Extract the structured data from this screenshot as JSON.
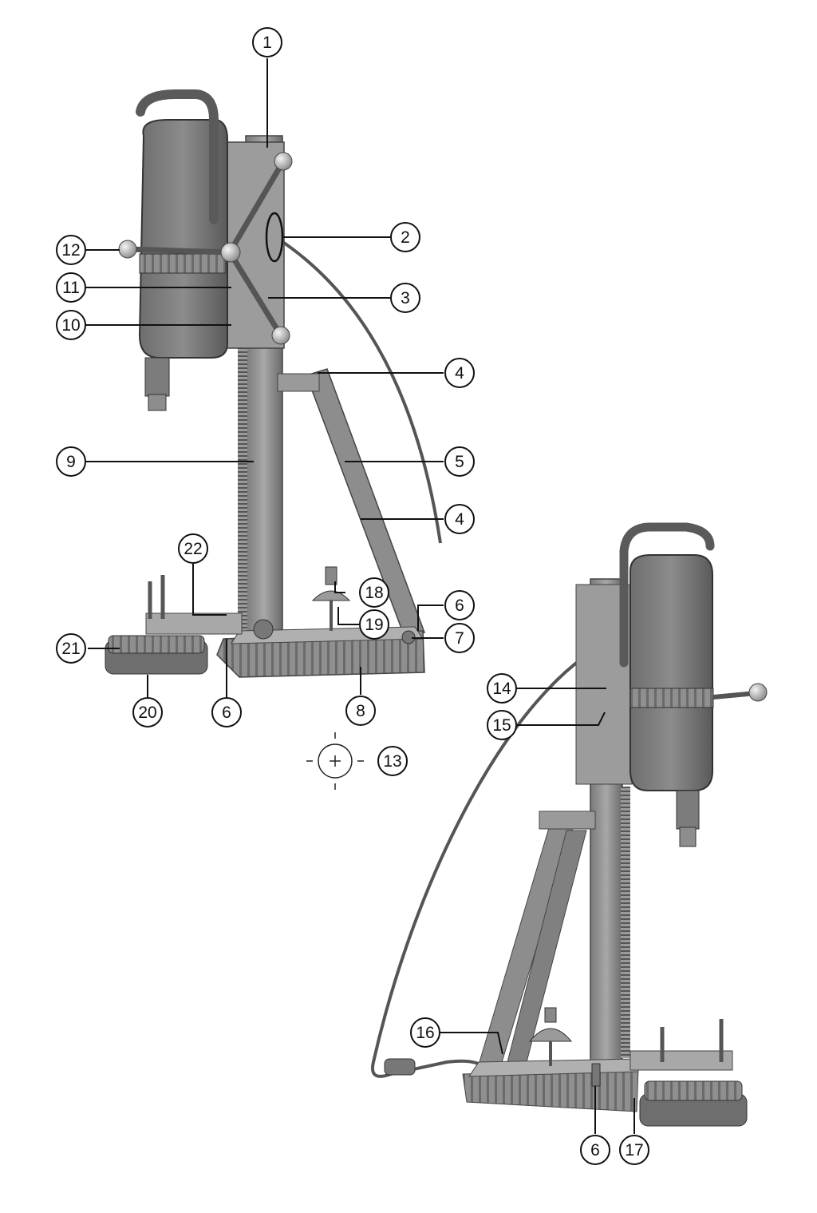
{
  "figure": {
    "callouts": [
      {
        "id": "c1",
        "label": "1"
      },
      {
        "id": "c2",
        "label": "2"
      },
      {
        "id": "c3",
        "label": "3"
      },
      {
        "id": "c4a",
        "label": "4"
      },
      {
        "id": "c4b",
        "label": "4"
      },
      {
        "id": "c5",
        "label": "5"
      },
      {
        "id": "c6a",
        "label": "6"
      },
      {
        "id": "c6b",
        "label": "6"
      },
      {
        "id": "c6c",
        "label": "6"
      },
      {
        "id": "c7",
        "label": "7"
      },
      {
        "id": "c8",
        "label": "8"
      },
      {
        "id": "c9",
        "label": "9"
      },
      {
        "id": "c10",
        "label": "10"
      },
      {
        "id": "c11",
        "label": "11"
      },
      {
        "id": "c12",
        "label": "12"
      },
      {
        "id": "c13",
        "label": "13"
      },
      {
        "id": "c14",
        "label": "14"
      },
      {
        "id": "c15",
        "label": "15"
      },
      {
        "id": "c16",
        "label": "16"
      },
      {
        "id": "c17",
        "label": "17"
      },
      {
        "id": "c18",
        "label": "18"
      },
      {
        "id": "c19",
        "label": "19"
      },
      {
        "id": "c20",
        "label": "20"
      },
      {
        "id": "c21",
        "label": "21"
      },
      {
        "id": "c22",
        "label": "22"
      }
    ]
  }
}
